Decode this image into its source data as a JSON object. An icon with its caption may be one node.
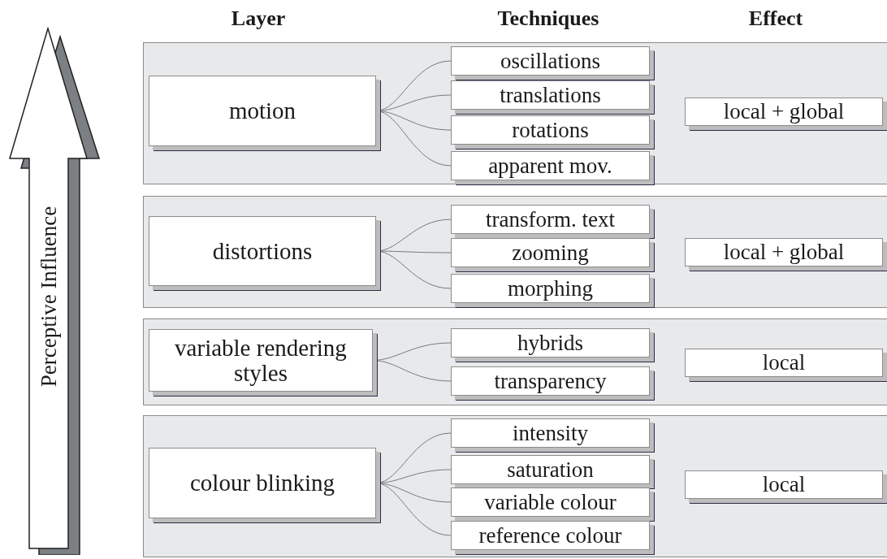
{
  "diagram": {
    "nodes": [
      {
        "text": [
          "Perceptive Influence"
        ]
      },
      {
        "text": [],
        "shape": "box"
      },
      {
        "text": [
          "motion"
        ],
        "in": 1
      },
      {
        "text": [
          "oscillations"
        ],
        "in": 1
      },
      {
        "text": [
          "translations"
        ],
        "in": 1
      },
      {
        "text": [
          "rotations"
        ],
        "in": 1
      },
      {
        "text": [
          "apparent mov."
        ],
        "in": 1
      },
      {
        "text": [
          "local + global"
        ],
        "in": 1
      },
      {
        "text": [],
        "shape": "box"
      },
      {
        "text": [
          "distortions"
        ],
        "in": 8
      },
      {
        "text": [
          "transform. text"
        ],
        "in": 8
      },
      {
        "text": [
          "zooming"
        ],
        "in": 8
      },
      {
        "text": [
          "morphing"
        ],
        "in": 8
      },
      {
        "text": [
          "local + global"
        ],
        "in": 8
      },
      {
        "text": [],
        "shape": "box"
      },
      {
        "text": [
          "variable rendering styles"
        ],
        "in": 14
      },
      {
        "text": [
          "hybrids"
        ],
        "in": 14
      },
      {
        "text": [
          "transparency"
        ],
        "in": 14
      },
      {
        "text": [
          "local"
        ],
        "in": 14
      },
      {
        "text": [],
        "shape": "box"
      },
      {
        "text": [
          "colour blinking"
        ],
        "in": 19
      },
      {
        "text": [
          "intensity"
        ],
        "in": 19
      },
      {
        "text": [
          "saturation"
        ],
        "in": 19
      },
      {
        "text": [
          "variable colour"
        ],
        "in": 19
      },
      {
        "text": [
          "reference colour"
        ],
        "in": 19
      },
      {
        "text": [
          "local"
        ],
        "in": 19
      }
    ],
    "edges": [
      {
        "from": 2,
        "to": 3,
        "arrow": "none"
      },
      {
        "from": 2,
        "to": 4,
        "arrow": "none"
      },
      {
        "from": 2,
        "to": 5,
        "arrow": "none"
      },
      {
        "from": 2,
        "to": 6,
        "arrow": "none"
      },
      {
        "from": 9,
        "to": 10,
        "arrow": "none"
      },
      {
        "from": 9,
        "to": 11,
        "arrow": "none"
      },
      {
        "from": 9,
        "to": 12,
        "arrow": "none"
      },
      {
        "from": 15,
        "to": 16,
        "arrow": "none"
      },
      {
        "from": 15,
        "to": 17,
        "arrow": "none"
      },
      {
        "from": 20,
        "to": 21,
        "arrow": "none"
      },
      {
        "from": 20,
        "to": 22,
        "arrow": "none"
      },
      {
        "from": 20,
        "to": 23,
        "arrow": "none"
      },
      {
        "from": 20,
        "to": 24,
        "arrow": "none"
      }
    ],
    "labels": [
      "Layer",
      "Techniques",
      "Effect"
    ]
  }
}
